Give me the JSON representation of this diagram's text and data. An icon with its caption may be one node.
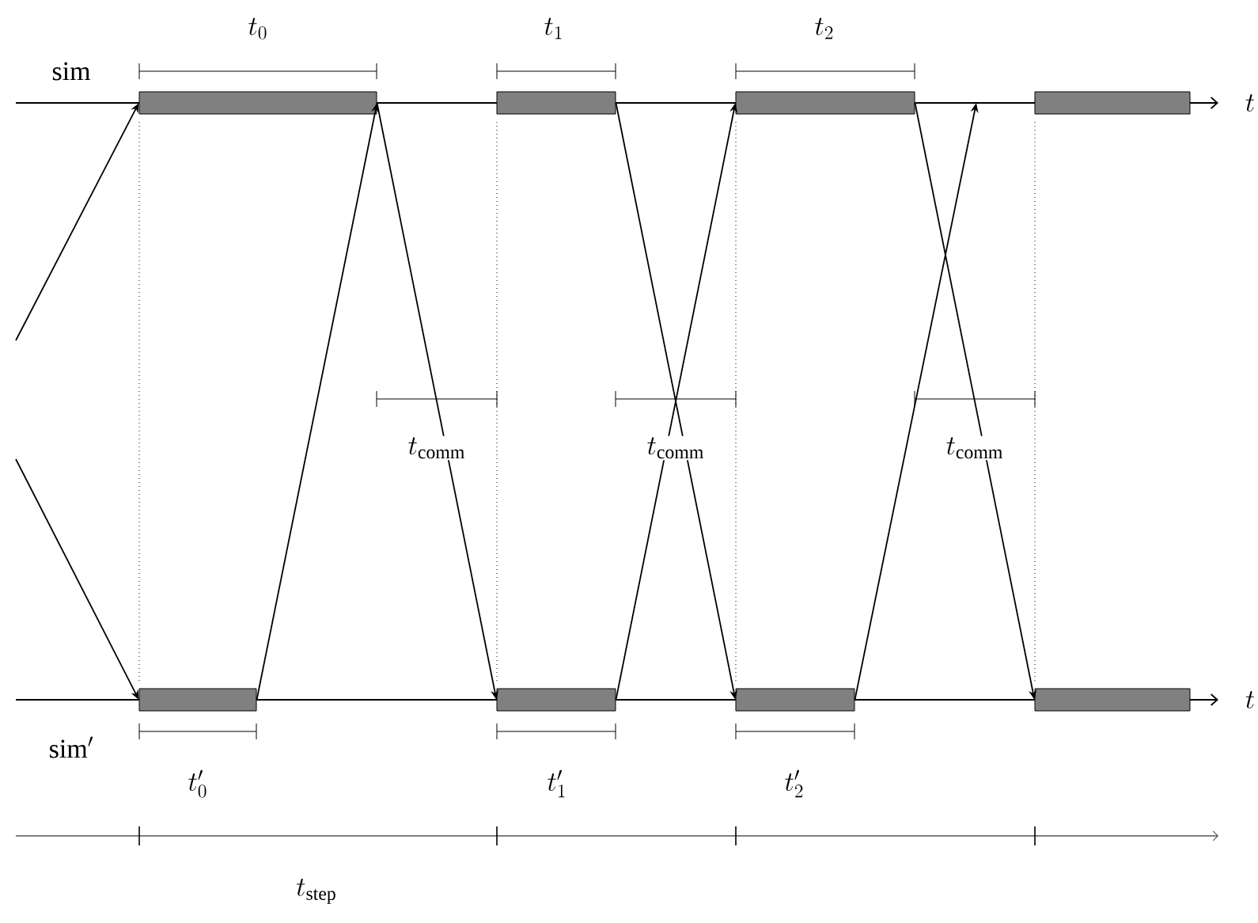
{
  "diagram": {
    "nodes": [
      {
        "text": [],
        "shape": "bar"
      },
      {
        "text": [],
        "shape": "bar"
      },
      {
        "text": [],
        "shape": "bar"
      },
      {
        "text": [],
        "shape": "bar"
      },
      {
        "text": [],
        "shape": "bar"
      },
      {
        "text": [],
        "shape": "bar"
      },
      {
        "text": [],
        "shape": "bar"
      },
      {
        "text": [],
        "shape": "bar"
      }
    ],
    "edges": [
      {
        "from": null,
        "to": 0,
        "arrow": "to"
      },
      {
        "from": null,
        "to": 4,
        "arrow": "to"
      },
      {
        "from": 4,
        "to": 0,
        "arrow": "to"
      },
      {
        "from": 0,
        "to": 5,
        "arrow": "to"
      },
      {
        "from": 1,
        "to": 6,
        "arrow": "to"
      },
      {
        "from": 5,
        "to": 2,
        "arrow": "to"
      },
      {
        "from": 2,
        "to": 7,
        "arrow": "to"
      },
      {
        "from": 6,
        "to": null,
        "arrow": "to"
      }
    ],
    "labels": [
      "sim",
      "t_0",
      "t_1",
      "t_2",
      "t",
      "t_{\\mathrm{comm}}",
      "t_{\\mathrm{comm}}",
      "t_{\\mathrm{comm}}",
      "t",
      "\\mathrm{sim}'",
      "t'_0",
      "t'_1",
      "t'_2",
      "t_{\\mathrm{step}}"
    ]
  }
}
